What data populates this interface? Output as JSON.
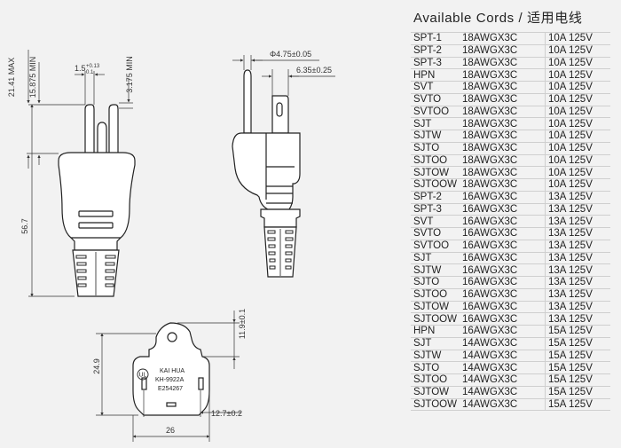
{
  "cords_title": "Available Cords / 适用电线",
  "cords": [
    {
      "type": "SPT-1",
      "awg": "18AWGX3C",
      "rating": "10A  125V"
    },
    {
      "type": "SPT-2",
      "awg": "18AWGX3C",
      "rating": "10A  125V"
    },
    {
      "type": "SPT-3",
      "awg": "18AWGX3C",
      "rating": "10A  125V"
    },
    {
      "type": "HPN",
      "awg": "18AWGX3C",
      "rating": "10A  125V"
    },
    {
      "type": "SVT",
      "awg": "18AWGX3C",
      "rating": "10A  125V"
    },
    {
      "type": "SVTO",
      "awg": "18AWGX3C",
      "rating": "10A  125V"
    },
    {
      "type": "SVTOO",
      "awg": "18AWGX3C",
      "rating": "10A  125V"
    },
    {
      "type": "SJT",
      "awg": "18AWGX3C",
      "rating": "10A  125V"
    },
    {
      "type": "SJTW",
      "awg": "18AWGX3C",
      "rating": "10A  125V"
    },
    {
      "type": "SJTO",
      "awg": "18AWGX3C",
      "rating": "10A  125V"
    },
    {
      "type": "SJTOO",
      "awg": "18AWGX3C",
      "rating": "10A  125V"
    },
    {
      "type": "SJTOW",
      "awg": "18AWGX3C",
      "rating": "10A  125V"
    },
    {
      "type": "SJTOOW",
      "awg": "18AWGX3C",
      "rating": "10A  125V"
    },
    {
      "type": "SPT-2",
      "awg": "16AWGX3C",
      "rating": "13A  125V"
    },
    {
      "type": "SPT-3",
      "awg": "16AWGX3C",
      "rating": "13A  125V"
    },
    {
      "type": "SVT",
      "awg": "16AWGX3C",
      "rating": "13A  125V"
    },
    {
      "type": "SVTO",
      "awg": "16AWGX3C",
      "rating": "13A  125V"
    },
    {
      "type": "SVTOO",
      "awg": "16AWGX3C",
      "rating": "13A  125V"
    },
    {
      "type": "SJT",
      "awg": "16AWGX3C",
      "rating": "13A  125V"
    },
    {
      "type": "SJTW",
      "awg": "16AWGX3C",
      "rating": "13A  125V"
    },
    {
      "type": "SJTO",
      "awg": "16AWGX3C",
      "rating": "13A  125V"
    },
    {
      "type": "SJTOO",
      "awg": "16AWGX3C",
      "rating": "13A  125V"
    },
    {
      "type": "SJTOW",
      "awg": "16AWGX3C",
      "rating": "13A  125V"
    },
    {
      "type": "SJTOOW",
      "awg": "16AWGX3C",
      "rating": "13A  125V"
    },
    {
      "type": "HPN",
      "awg": "16AWGX3C",
      "rating": "15A  125V"
    },
    {
      "type": "SJT",
      "awg": "14AWGX3C",
      "rating": "15A  125V"
    },
    {
      "type": "SJTW",
      "awg": "14AWGX3C",
      "rating": "15A  125V"
    },
    {
      "type": "SJTO",
      "awg": "14AWGX3C",
      "rating": "15A  125V"
    },
    {
      "type": "SJTOO",
      "awg": "14AWGX3C",
      "rating": "15A  125V"
    },
    {
      "type": "SJTOW",
      "awg": "14AWGX3C",
      "rating": "15A  125V"
    },
    {
      "type": "SJTOOW",
      "awg": "14AWGX3C",
      "rating": "15A  125V"
    }
  ],
  "dimensions": {
    "overall_length": "56.7",
    "blade_length_max": "21.41  MAX",
    "blade_length_min": "15.875  MIN",
    "blade_thickness": "1.5",
    "blade_thickness_tol_upper": "+0.13",
    "blade_thickness_tol_lower": "0.1",
    "blade_tip_min": "3.175  MIN",
    "ground_pin_dia": "Φ4.75±0.05",
    "blade_width": "6.35±0.25",
    "tab_height": "11.9±0.1",
    "body_height": "24.9",
    "face_width": "26",
    "pin_spacing": "12.7±0.2"
  },
  "face_marking": {
    "brand": "KAI HUA",
    "model": "KH-9922A",
    "cert_number": "E254267",
    "cert_mark": "UL"
  }
}
